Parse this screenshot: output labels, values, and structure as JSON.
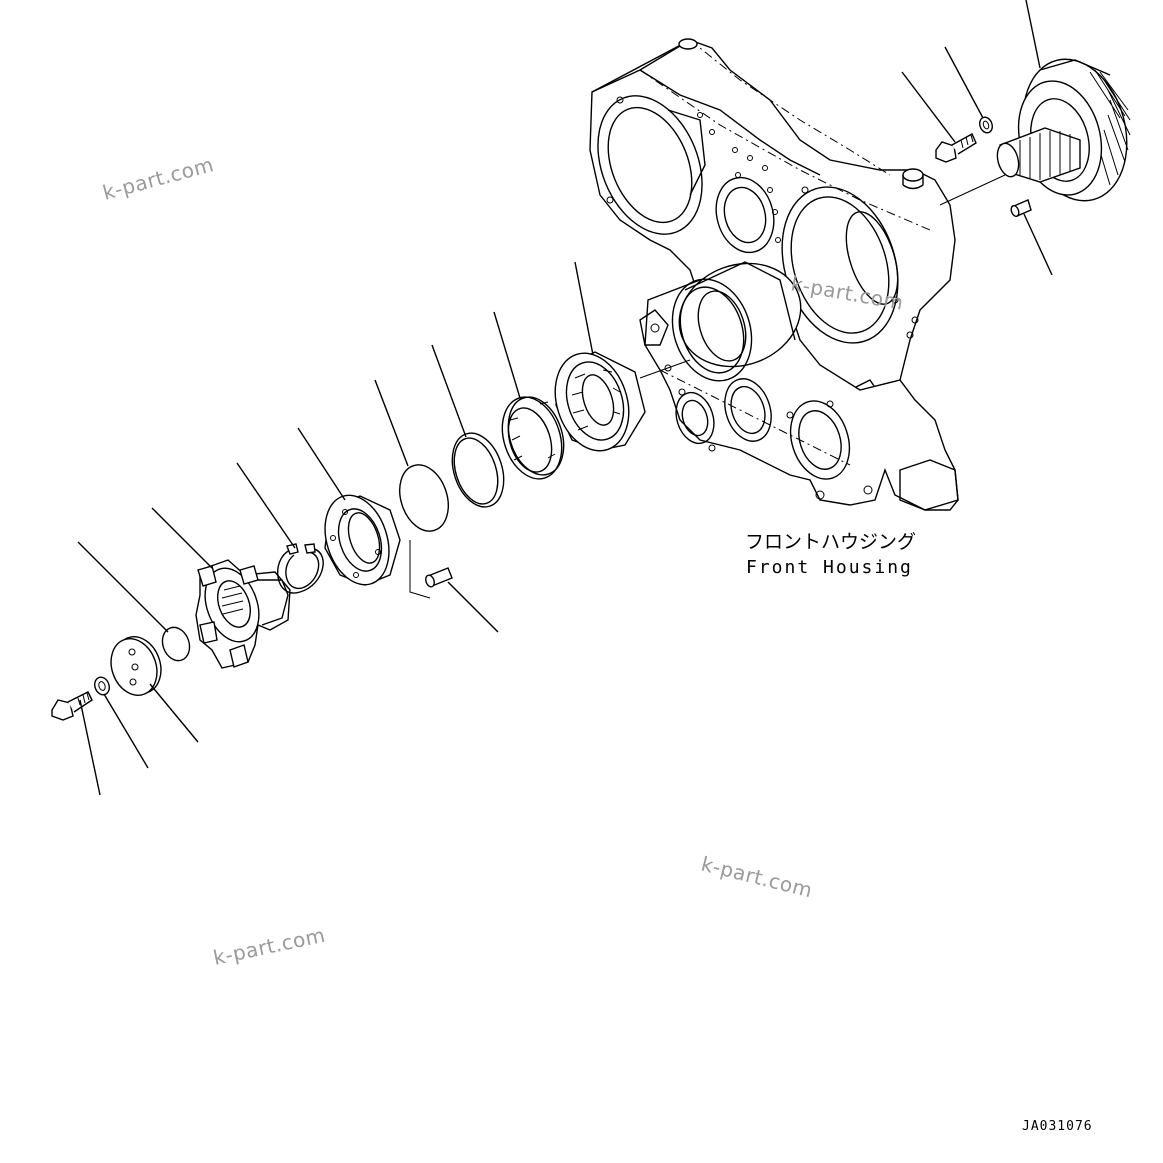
{
  "drawing": {
    "title_jp": "フロントハウジング",
    "title_en": "Front Housing",
    "code": "JA031076"
  },
  "watermarks": [
    "k-part.com",
    "k-part.com",
    "k-part.com",
    "k-part.com"
  ]
}
